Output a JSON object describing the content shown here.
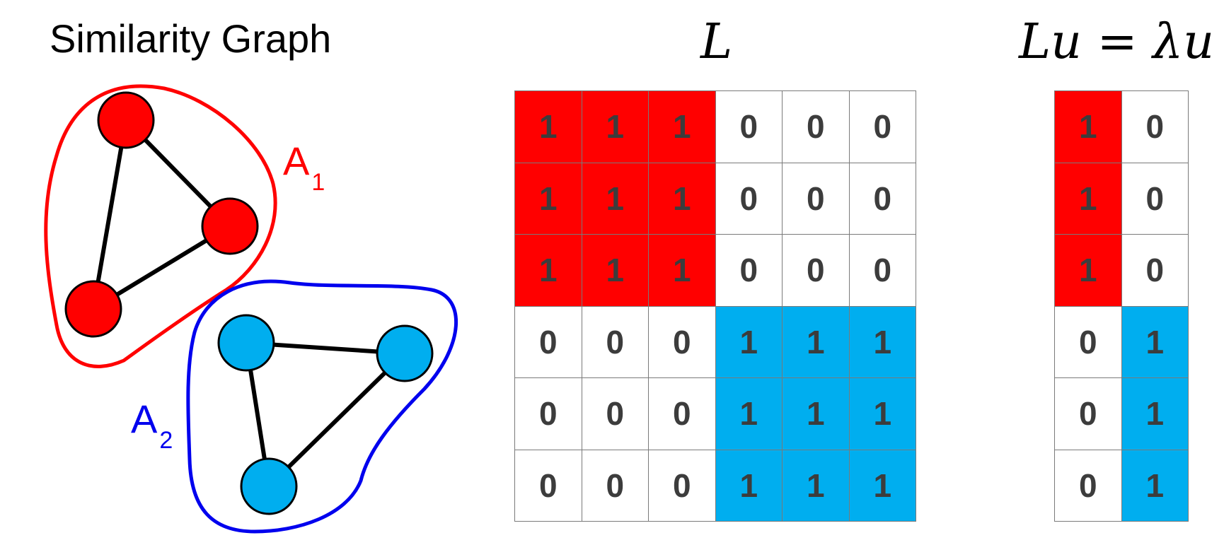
{
  "graph_title": "Similarity Graph",
  "matrix_title": "L",
  "equation_title": "Lu = λu",
  "clusters": [
    {
      "letter": "A",
      "subscript": "1",
      "color": "#ff0000"
    },
    {
      "letter": "A",
      "subscript": "2",
      "color": "#0000ee"
    }
  ],
  "node_colors": {
    "cluster1": "#ff0000",
    "cluster2": "#00aeef"
  },
  "edge_color": "#000000",
  "cell_colors": {
    "red": "#ff0000",
    "blue": "#00aeef",
    "white": "#ffffff"
  },
  "matrix_L": [
    [
      "1",
      "1",
      "1",
      "0",
      "0",
      "0"
    ],
    [
      "1",
      "1",
      "1",
      "0",
      "0",
      "0"
    ],
    [
      "1",
      "1",
      "1",
      "0",
      "0",
      "0"
    ],
    [
      "0",
      "0",
      "0",
      "1",
      "1",
      "1"
    ],
    [
      "0",
      "0",
      "0",
      "1",
      "1",
      "1"
    ],
    [
      "0",
      "0",
      "0",
      "1",
      "1",
      "1"
    ]
  ],
  "eigenvectors_u": [
    [
      "1",
      "0"
    ],
    [
      "1",
      "0"
    ],
    [
      "1",
      "0"
    ],
    [
      "0",
      "1"
    ],
    [
      "0",
      "1"
    ],
    [
      "0",
      "1"
    ]
  ]
}
